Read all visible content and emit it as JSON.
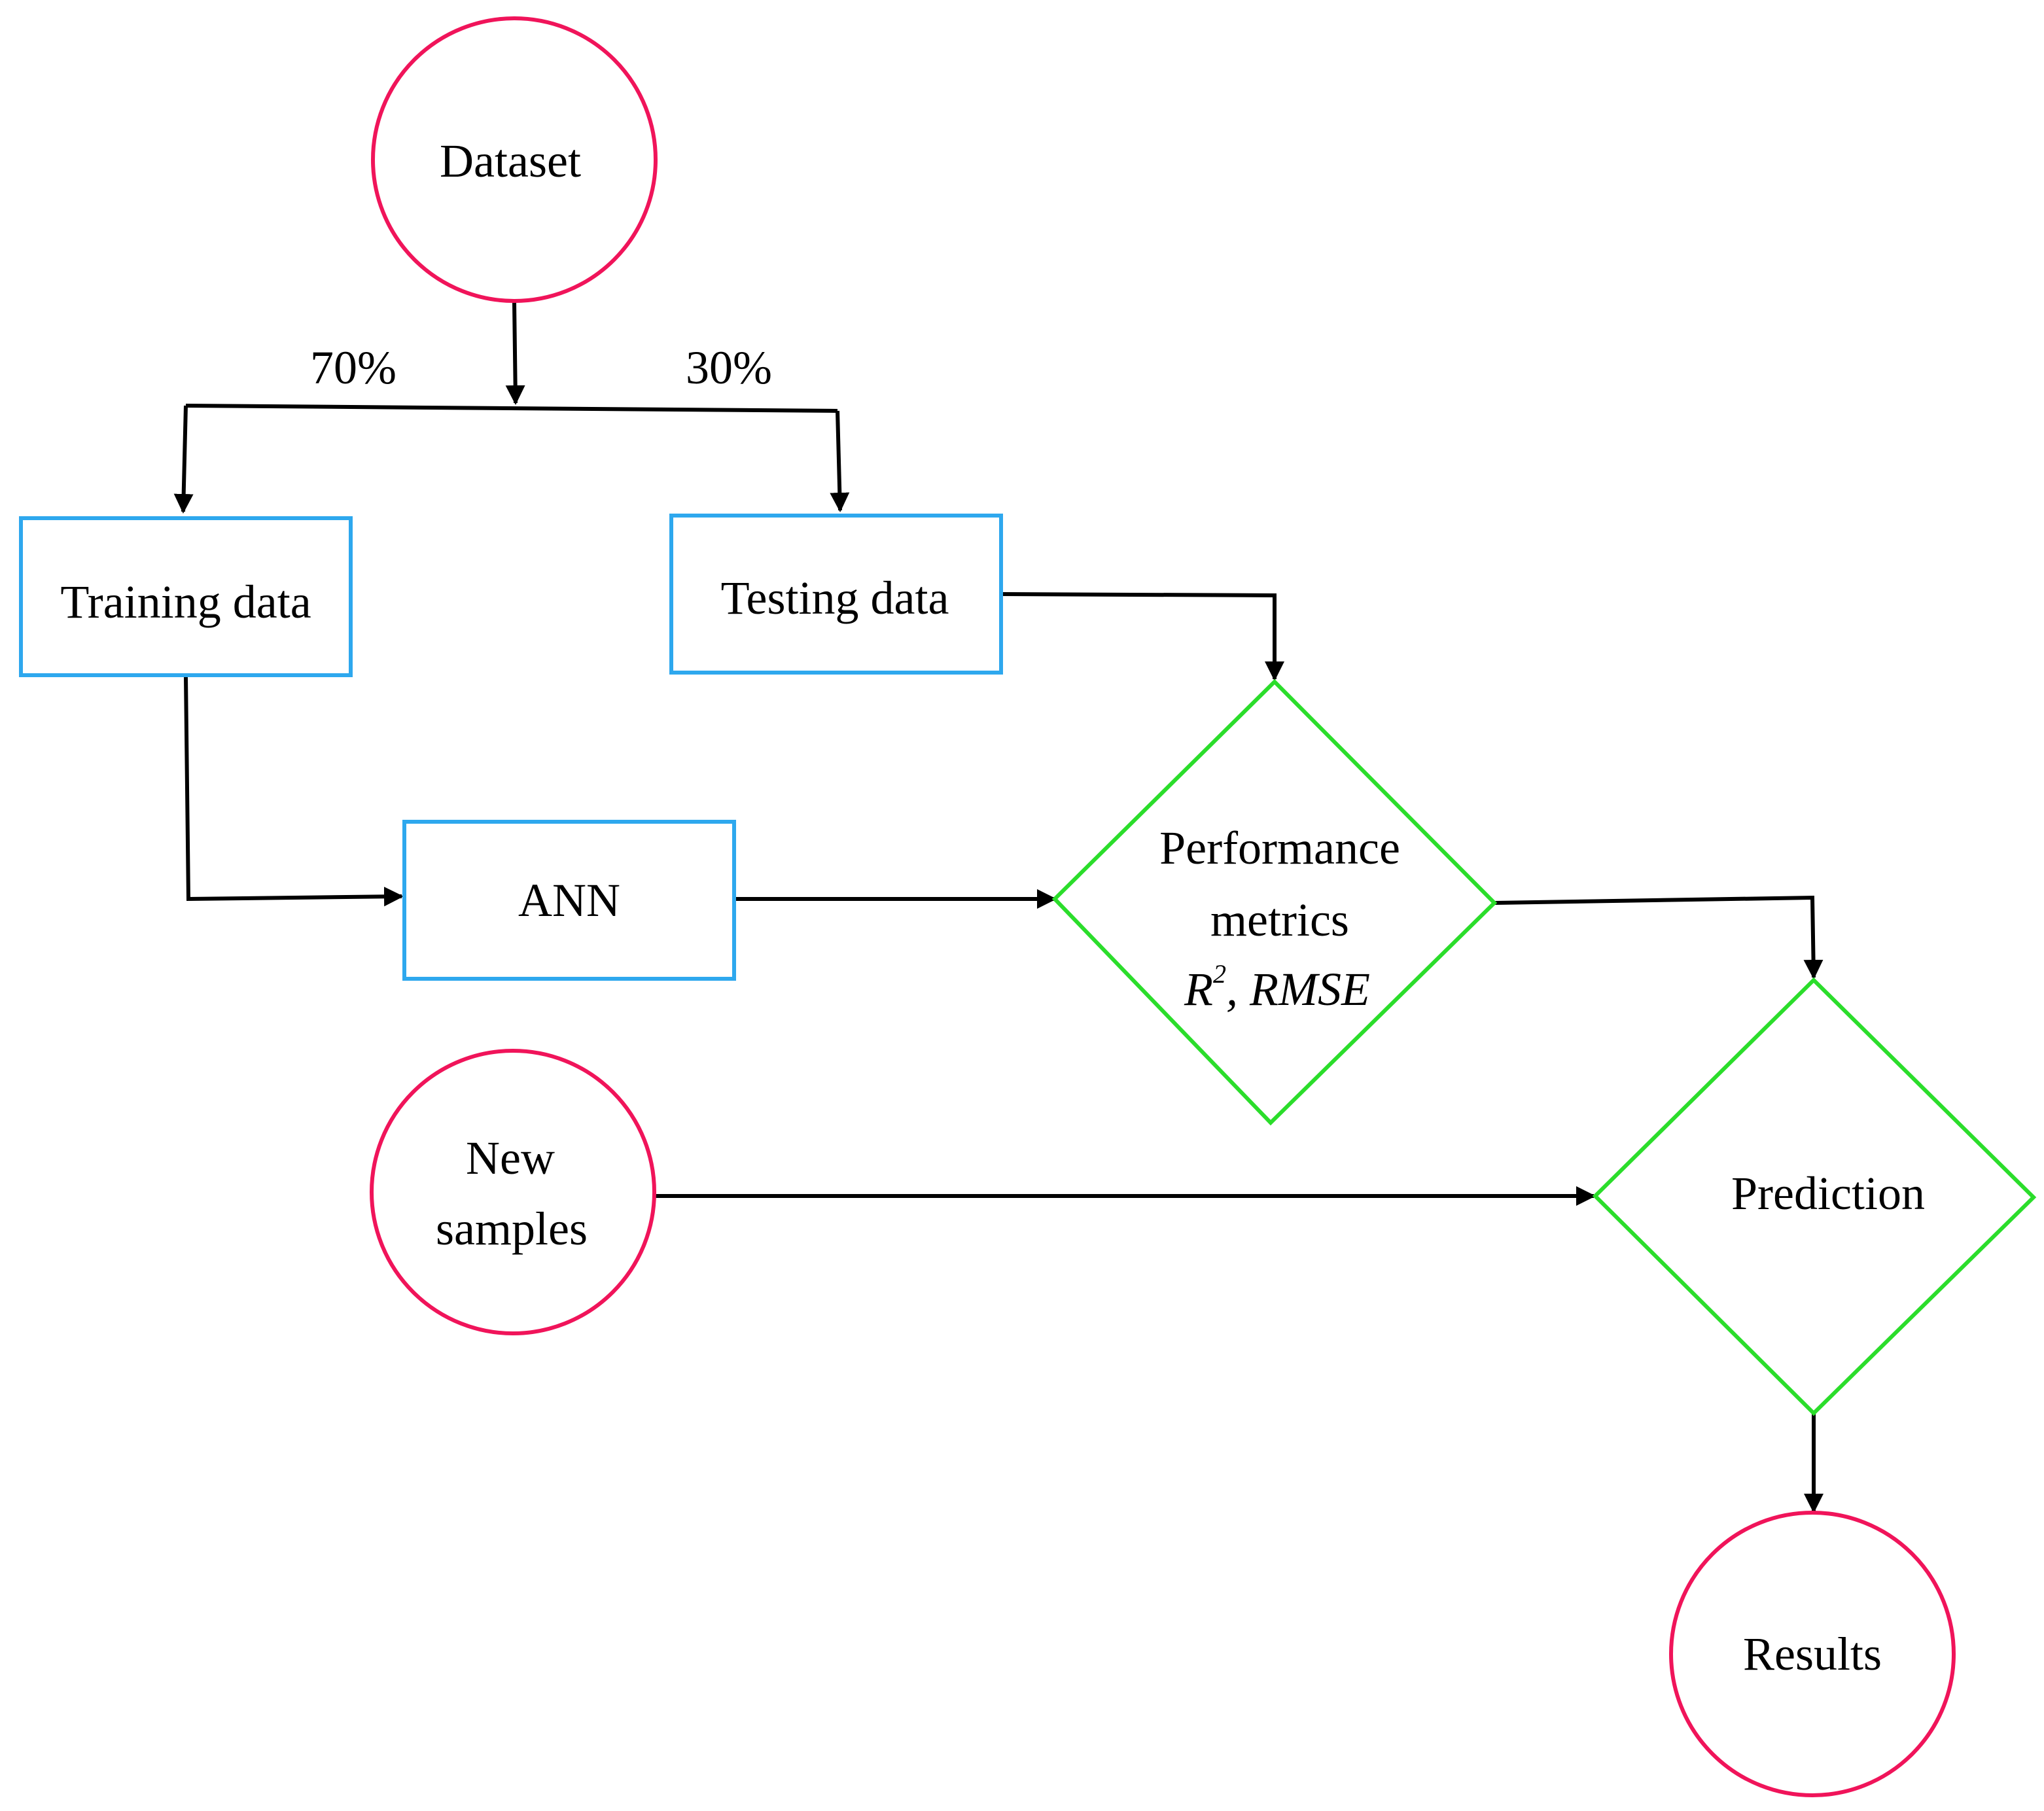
{
  "colors": {
    "circle_stroke": "#f0145a",
    "rect_stroke": "#2ea8ee",
    "diamond_stroke": "#2bdd2b",
    "arrow": "#000000",
    "text": "#000000"
  },
  "nodes": {
    "dataset": "Dataset",
    "training": "Training data",
    "testing": "Testing data",
    "ann": "ANN",
    "performance_line1": "Performance",
    "performance_line2": "metrics",
    "performance_r": "R",
    "performance_sup": "2",
    "performance_rest": ", RMSE",
    "new_samples_line1": "New",
    "new_samples_line2": "samples",
    "prediction": "Prediction",
    "results": "Results"
  },
  "split": {
    "train_pct": "70%",
    "test_pct": "30%"
  }
}
